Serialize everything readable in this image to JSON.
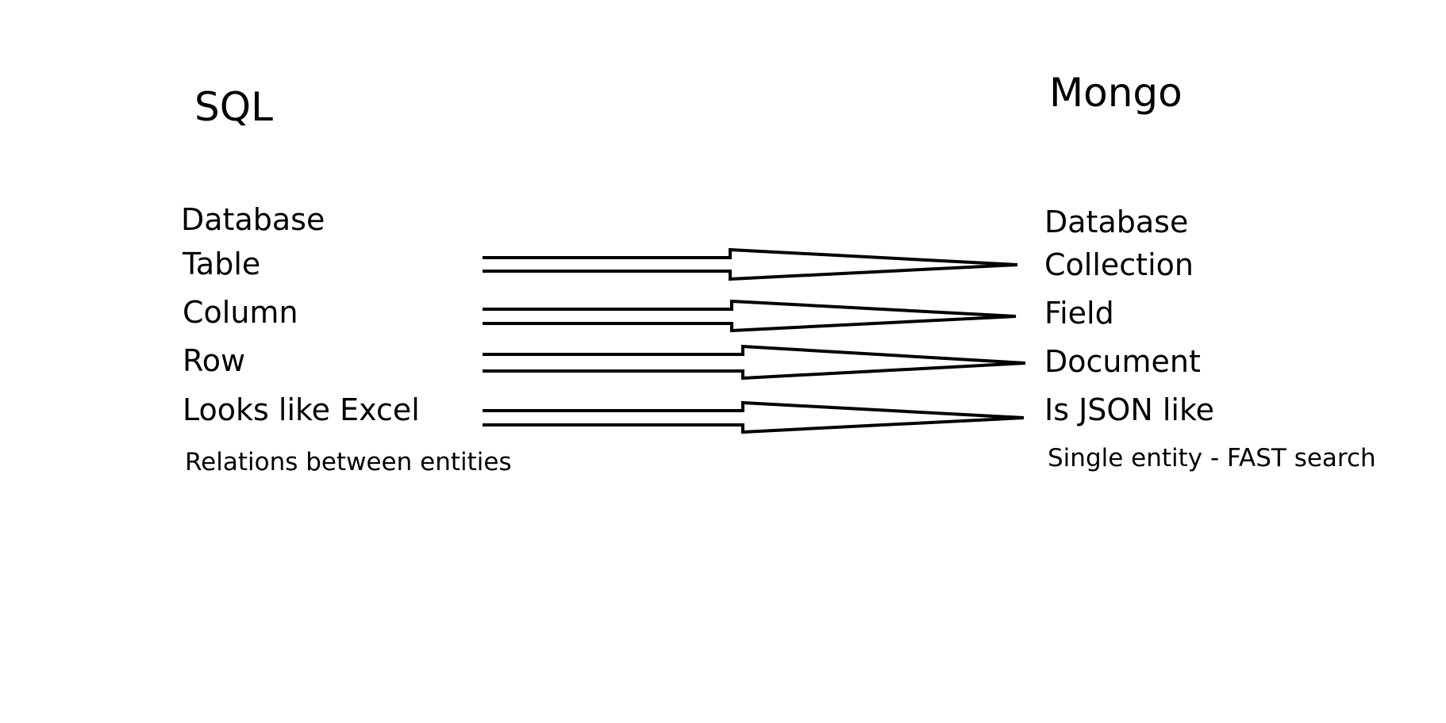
{
  "diagram": {
    "left_heading": "SQL",
    "right_heading": "Mongo",
    "left_items": [
      "Database",
      "Table",
      "Column",
      "Row",
      "Looks like Excel"
    ],
    "right_items": [
      "Database",
      "Collection",
      "Field",
      "Document",
      "Is JSON like"
    ],
    "left_note": "Relations between entities",
    "right_note": "Single entity - FAST search",
    "arrows": [
      {
        "from": "Table",
        "to": "Collection"
      },
      {
        "from": "Column",
        "to": "Field"
      },
      {
        "from": "Row",
        "to": "Document"
      },
      {
        "from": "Looks like Excel",
        "to": "Is JSON like"
      }
    ],
    "colors": {
      "background": "#ffffff",
      "ink": "#000000"
    }
  }
}
